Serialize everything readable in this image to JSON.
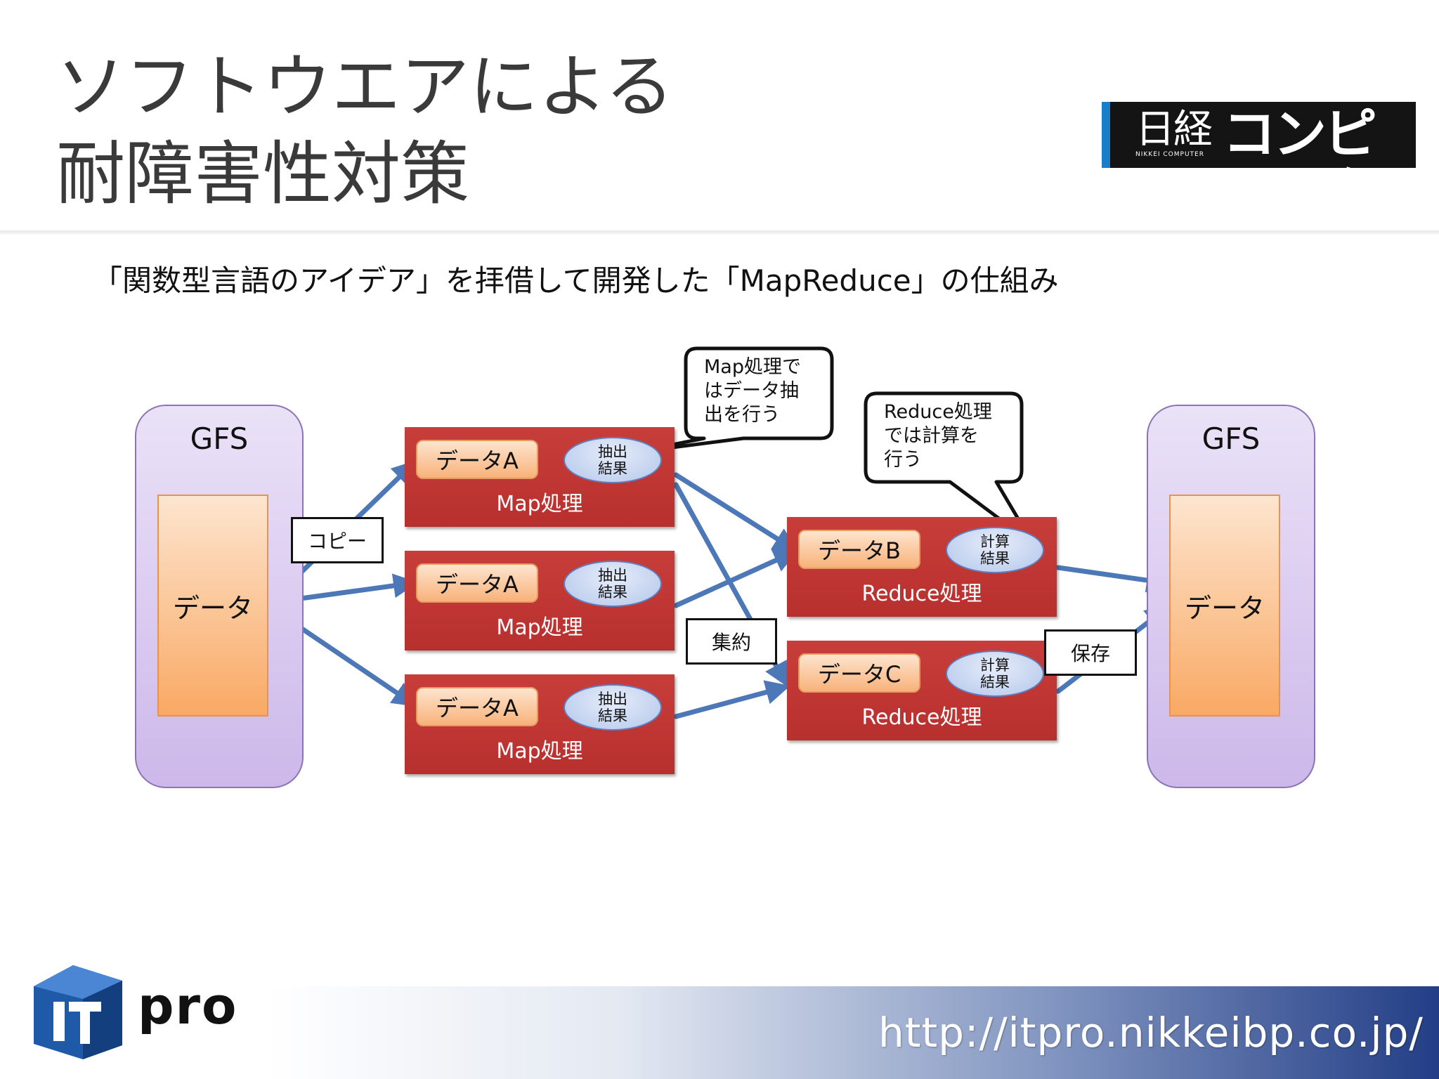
{
  "header": {
    "title_line1": "ソフトウエアによる",
    "title_line2": "耐障害性対策",
    "logo_nikkei": "日経",
    "logo_computer": "コンピュータ",
    "logo_en": "NIKKEI COMPUTER"
  },
  "subtitle": "「関数型言語のアイデア」を拝借して開発した「MapReduce」の仕組み",
  "diagram": {
    "gfs_left": {
      "title": "GFS",
      "data": "データ"
    },
    "gfs_right": {
      "title": "GFS",
      "data": "データ"
    },
    "copy_label": "コピー",
    "aggregate_label": "集約",
    "save_label": "保存",
    "map_nodes": [
      {
        "data": "データA",
        "result_line1": "抽出",
        "result_line2": "結果",
        "label": "Map処理"
      },
      {
        "data": "データA",
        "result_line1": "抽出",
        "result_line2": "結果",
        "label": "Map処理"
      },
      {
        "data": "データA",
        "result_line1": "抽出",
        "result_line2": "結果",
        "label": "Map処理"
      }
    ],
    "reduce_nodes": [
      {
        "data": "データB",
        "result_line1": "計算",
        "result_line2": "結果",
        "label": "Reduce処理"
      },
      {
        "data": "データC",
        "result_line1": "計算",
        "result_line2": "結果",
        "label": "Reduce処理"
      }
    ],
    "map_callout": {
      "line1": "Map処理で",
      "line2": "はデータ抽",
      "line3": "出を行う"
    },
    "reduce_callout": {
      "line1": "Reduce処理",
      "line2": "では計算を",
      "line3": "行う"
    },
    "colors": {
      "arrow": "#4d78b8",
      "inner_arrow": "#7a5fa6",
      "process": "#c0392b",
      "gfs": "#d9ccf0"
    }
  },
  "footer": {
    "brand": "pro",
    "url": "http://itpro.nikkeibp.co.jp/"
  }
}
